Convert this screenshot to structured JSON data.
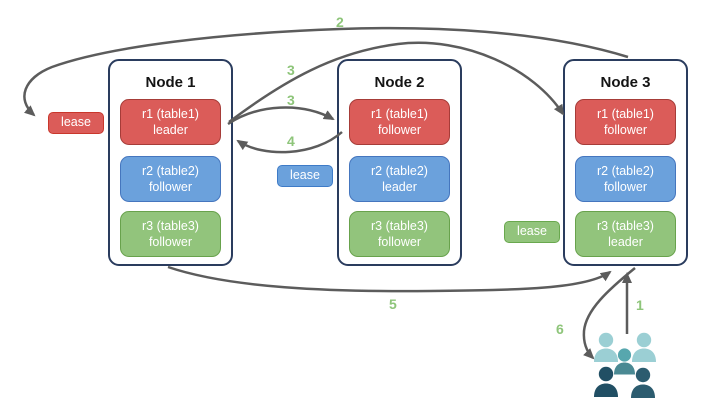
{
  "diagram_title": "raft-leaseholder-replication-diagram",
  "nodes": [
    {
      "title": "Node 1",
      "ranges": [
        {
          "line1": "r1 (table1)",
          "line2": "leader",
          "color": "red"
        },
        {
          "line1": "r2 (table2)",
          "line2": "follower",
          "color": "blue"
        },
        {
          "line1": "r3 (table3)",
          "line2": "follower",
          "color": "green"
        }
      ]
    },
    {
      "title": "Node 2",
      "ranges": [
        {
          "line1": "r1 (table1)",
          "line2": "follower",
          "color": "red"
        },
        {
          "line1": "r2 (table2)",
          "line2": "leader",
          "color": "blue"
        },
        {
          "line1": "r3 (table3)",
          "line2": "follower",
          "color": "green"
        }
      ]
    },
    {
      "title": "Node 3",
      "ranges": [
        {
          "line1": "r1 (table1)",
          "line2": "follower",
          "color": "red"
        },
        {
          "line1": "r2 (table2)",
          "line2": "follower",
          "color": "blue"
        },
        {
          "line1": "r3 (table3)",
          "line2": "leader",
          "color": "green"
        }
      ]
    }
  ],
  "leases": [
    {
      "label": "lease",
      "color": "red"
    },
    {
      "label": "lease",
      "color": "blue"
    },
    {
      "label": "lease",
      "color": "green"
    }
  ],
  "steps": {
    "s1": "1",
    "s2": "2",
    "s3a": "3",
    "s3b": "3",
    "s4": "4",
    "s5": "5",
    "s6": "6"
  },
  "colors": {
    "range_red": "#DB5C59",
    "range_red_border": "#A63C38",
    "range_blue": "#6BA1DC",
    "range_blue_border": "#4576BE",
    "range_green": "#92C47C",
    "range_green_border": "#68A24C",
    "lease_red_border": "#C9372C",
    "lease_blue_border": "#3E7BC7",
    "lease_green_border": "#69A84E",
    "node_border": "#2A3C5E",
    "arrow": "#5C5C5C",
    "step_number": "#8EC57A",
    "users_light": "#9BCFD4",
    "users_medium": "#57A7AE",
    "users_medium_body": "#4A8993",
    "users_dark_left": "#214F64",
    "users_dark_right": "#2C5C6F"
  }
}
